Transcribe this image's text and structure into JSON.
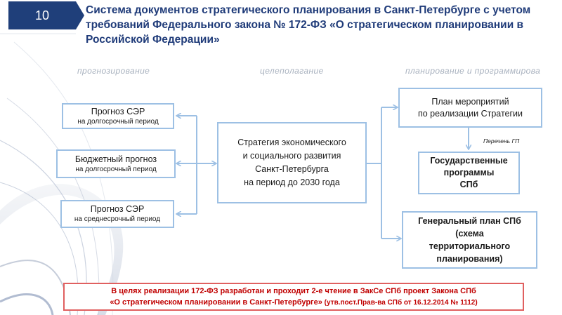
{
  "slide": {
    "number": "10",
    "title": "Система документов стратегического планирования в Санкт-Петербурге с учетом требований Федерального закона № 172-ФЗ «О стратегическом планировании в Российской Федерации»"
  },
  "columns": {
    "forecasting": "прогнозирование",
    "goal_setting": "целеполагание",
    "planning": "планирование и программирова"
  },
  "boxes": {
    "forecast_long": {
      "main": "Прогноз СЭР",
      "sub": "на долгосрочный период"
    },
    "budget_forecast": {
      "main": "Бюджетный прогноз",
      "sub": "на долгосрочный период"
    },
    "forecast_medium": {
      "main": "Прогноз СЭР",
      "sub": "на среднесрочный период"
    },
    "strategy": {
      "text": "Стратегия экономического\nи социального развития\nСанкт-Петербурга\nна период до 2030 года"
    },
    "action_plan": {
      "text": "План мероприятий\nпо реализации Стратегии"
    },
    "state_programs": {
      "text": "Государственные\nпрограммы\nСПб"
    },
    "general_plan": {
      "text": "Генеральный план СПб\n(схема\nтерриториального\nпланирования)"
    }
  },
  "perechen_label": "Перечень ГП",
  "notice": {
    "line1": "В целях реализации 172-ФЗ разработан и проходит 2-е чтение в ЗакСе СПб проект Закона СПб",
    "line2_main": "«О стратегическом планировании в Санкт-Петербурге»",
    "line2_ref": " (утв.пост.Прав-ва СПб от 16.12.2014 № 1112)"
  },
  "colors": {
    "title": "#1f3b79",
    "page_badge": "#1f3f7a",
    "box_border": "#9dc0e4",
    "arrow": "#9dc0e4",
    "notice_border": "#e06060",
    "notice_text": "#c00000"
  }
}
